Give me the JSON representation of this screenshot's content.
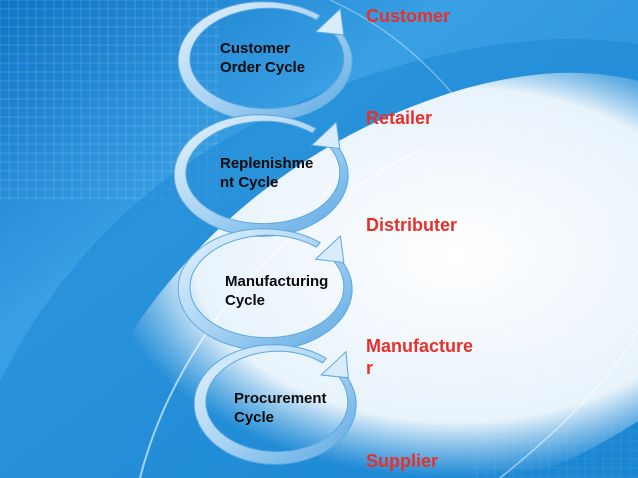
{
  "colors": {
    "stage_text": "#e8302a",
    "arrow_light": "#d8ecfb",
    "arrow_dark": "#5aa8e2",
    "background_blue": "#1f8fd8"
  },
  "cycles": [
    {
      "label": "Customer\nOrder Cycle"
    },
    {
      "label": "Replenishme\nnt Cycle"
    },
    {
      "label": "Manufacturing\nCycle"
    },
    {
      "label": "Procurement\nCycle"
    }
  ],
  "stages": [
    {
      "label": "Customer"
    },
    {
      "label": "Retailer"
    },
    {
      "label": "Distributer"
    },
    {
      "label": "Manufacture\nr"
    },
    {
      "label": "Supplier"
    }
  ]
}
